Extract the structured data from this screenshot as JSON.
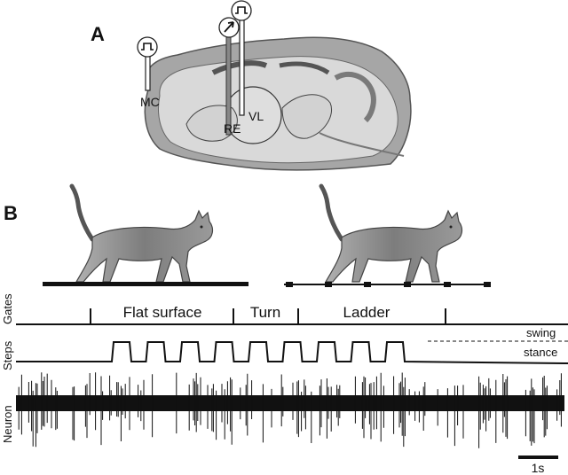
{
  "panel_a": {
    "label": "A",
    "regions": {
      "motor_cortex": "MC",
      "reticular_nucleus": "RE",
      "ventrolateral_thalamus": "VL"
    },
    "icons": [
      "recording-electrode-icon",
      "stimulating-electrode-icon",
      "recording-electrode-icon"
    ]
  },
  "panel_b": {
    "label": "B",
    "cats": [
      "walking-cat-icon",
      "walking-cat-icon"
    ],
    "row_labels": {
      "gates": "Gates",
      "steps": "Steps",
      "neuron": "Neuron"
    },
    "segments": {
      "flat": "Flat surface",
      "turn": "Turn",
      "ladder": "Ladder"
    },
    "phases": {
      "swing": "swing",
      "stance": "stance"
    },
    "scale_bar": "1s",
    "step_count": 9
  },
  "colors": {
    "brain_outer": "#a6a6a6",
    "brain_inner": "#d9d9d9",
    "trace": "#111111",
    "cat_body": "#8f8f8f"
  }
}
